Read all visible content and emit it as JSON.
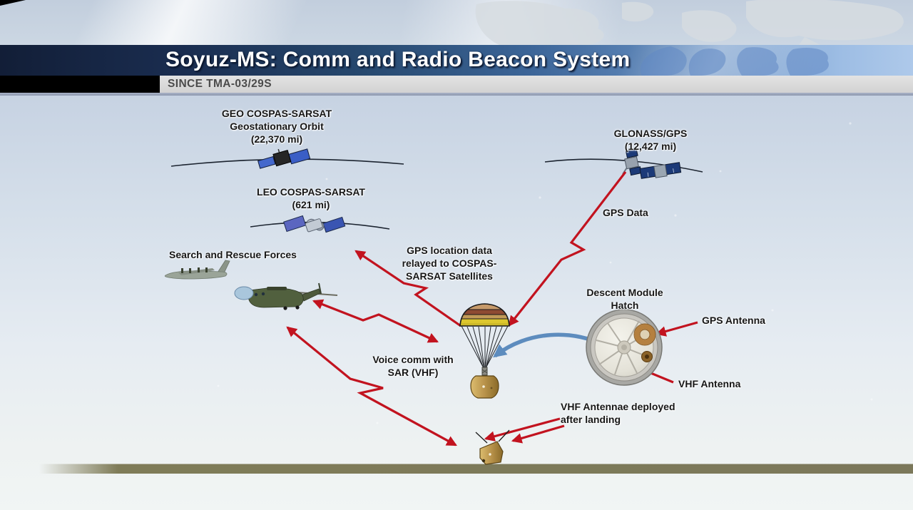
{
  "header": {
    "title": "Soyuz-MS: Comm and Radio Beacon System",
    "subtitle": "SINCE TMA-03/29S"
  },
  "diagram": {
    "geo_label": {
      "line1": "GEO COSPAS-SARSAT",
      "line2": "Geostationary Orbit",
      "line3": "(22,370 mi)"
    },
    "leo_label": {
      "line1": "LEO COSPAS-SARSAT",
      "line2": "(621 mi)"
    },
    "glonass_label": {
      "line1": "GLONASS/GPS",
      "line2": "(12,427 mi)"
    },
    "gps_data_label": "GPS Data",
    "sar_forces_label": "Search and Rescue Forces",
    "gps_relay_label": {
      "line1": "GPS location data",
      "line2": "relayed to COSPAS-",
      "line3": "SARSAT Satellites"
    },
    "hatch_label": {
      "line1": "Descent Module",
      "line2": "Hatch"
    },
    "gps_antenna_label": "GPS Antenna",
    "vhf_antenna_label": "VHF Antenna",
    "voice_comm_label": {
      "line1": "Voice comm with",
      "line2": "SAR (VHF)"
    },
    "vhf_deployed_label": {
      "line1": "VHF Antennae deployed",
      "line2": "after landing"
    }
  },
  "colors": {
    "arrow_red": "#c2131f",
    "hatch_arrow_blue": "#5d8cbe",
    "title_band_navy": "#15284a",
    "title_text": "#ffffff",
    "subtitle_text": "#4b4b4b",
    "ground_olive": "#7f7c58",
    "parachute_yellow": "#ddc72e",
    "capsule_gold": "#b8924a"
  }
}
